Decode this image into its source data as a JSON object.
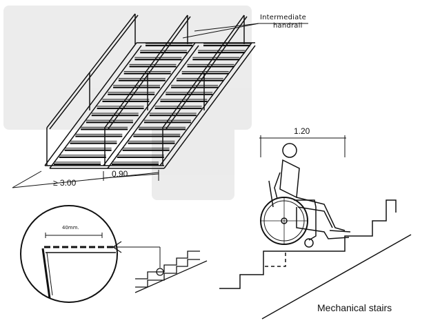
{
  "labels": {
    "intermediate_handrail_line1": "Intermediate",
    "intermediate_handrail_line2": "handrail",
    "width_min": "≥ 3.00",
    "half_width": "0.90",
    "nosing_width": "40mm.",
    "landing_width": "1.20",
    "caption": "Mechanical stairs"
  },
  "colors": {
    "ink": "#111111",
    "paper": "#ffffff",
    "smudge": "#e6e6e6"
  }
}
